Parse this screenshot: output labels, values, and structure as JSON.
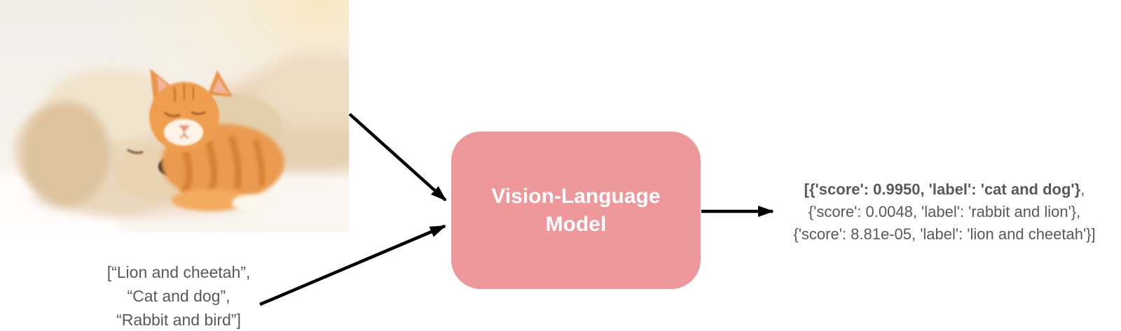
{
  "diagram": {
    "image_input": {
      "description": "Photo of a cream sleeping puppy with an orange tabby kitten resting on its head, on a white blanket"
    },
    "text_input": {
      "lines": [
        "[“Lion and cheetah”,",
        "“Cat and dog”,",
        "“Rabbit and bird”]"
      ]
    },
    "model": {
      "label_line1": "Vision-Language",
      "label_line2": "Model"
    },
    "output": {
      "line1_bold": "[{'score': 0.9950, 'label': 'cat and dog'}",
      "line1_rest": ",",
      "line2": "{'score': 0.0048, 'label': 'rabbit and lion'},",
      "line3": "{'score': 8.81e-05, 'label': 'lion and cheetah'}]"
    },
    "colors": {
      "model_box": "#ee989b",
      "text_gray": "#595959",
      "arrow_black": "#000000",
      "background": "#ffffff"
    }
  }
}
